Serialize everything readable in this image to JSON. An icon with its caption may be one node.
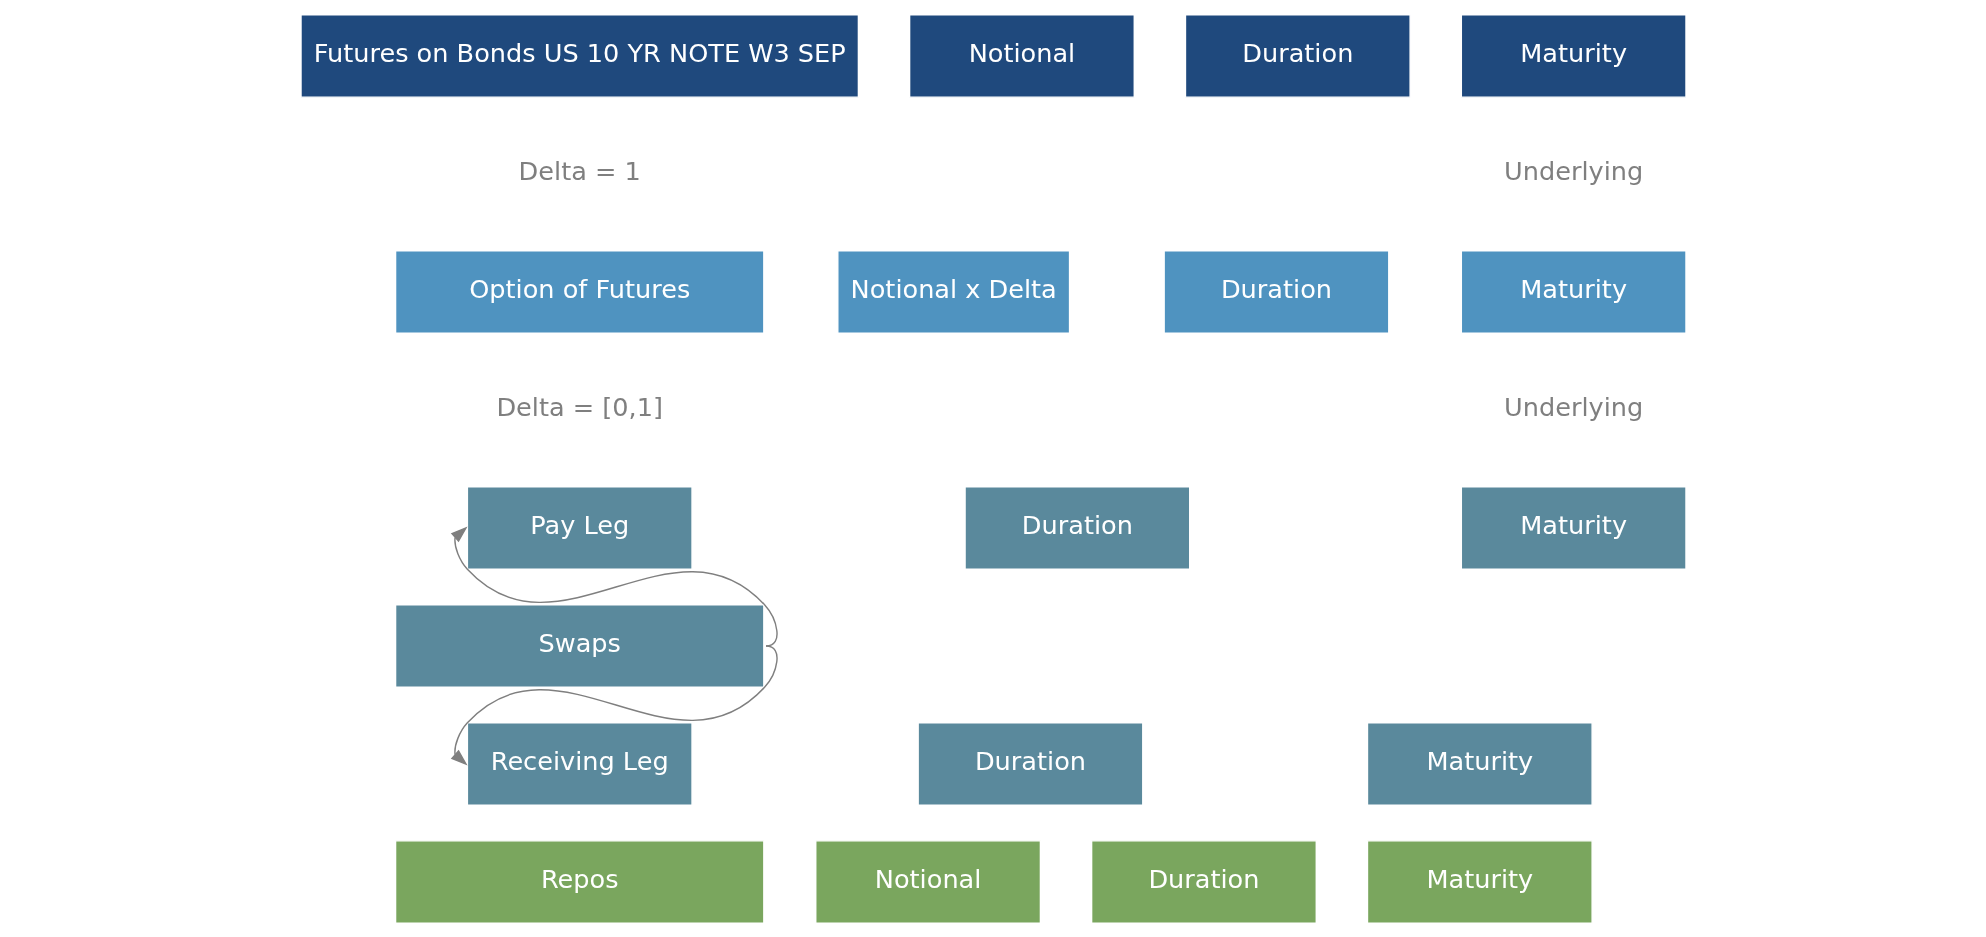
{
  "diagram": {
    "nodes": [
      {
        "text": [
          "Futures on Bonds US 10 YR NOTE W3 SEP"
        ]
      },
      {
        "text": [
          "Notional"
        ]
      },
      {
        "text": [
          "Duration"
        ]
      },
      {
        "text": [
          "Maturity"
        ]
      },
      {
        "text": [
          "Option of Futures"
        ]
      },
      {
        "text": [
          "Notional x Delta"
        ]
      },
      {
        "text": [
          "Duration"
        ]
      },
      {
        "text": [
          "Maturity"
        ]
      },
      {
        "text": [
          "Pay Leg"
        ]
      },
      {
        "text": [
          "Duration"
        ]
      },
      {
        "text": [
          "Maturity"
        ]
      },
      {
        "text": [
          "Swaps"
        ]
      },
      {
        "text": [
          "Receiving Leg"
        ]
      },
      {
        "text": [
          "Duration"
        ]
      },
      {
        "text": [
          "Maturity"
        ]
      },
      {
        "text": [
          "Repos"
        ]
      },
      {
        "text": [
          "Notional"
        ]
      },
      {
        "text": [
          "Duration"
        ]
      },
      {
        "text": [
          "Maturity"
        ]
      }
    ],
    "edges": [
      {
        "from": 11,
        "to": 8,
        "arrow": "to",
        "color": "#7f7f7f"
      },
      {
        "from": 11,
        "to": 12,
        "arrow": "to",
        "color": "#7f7f7f"
      }
    ],
    "labels": [
      "Underlying",
      "Delta = 1",
      "Underlying",
      "Delta = [0,1]"
    ]
  }
}
